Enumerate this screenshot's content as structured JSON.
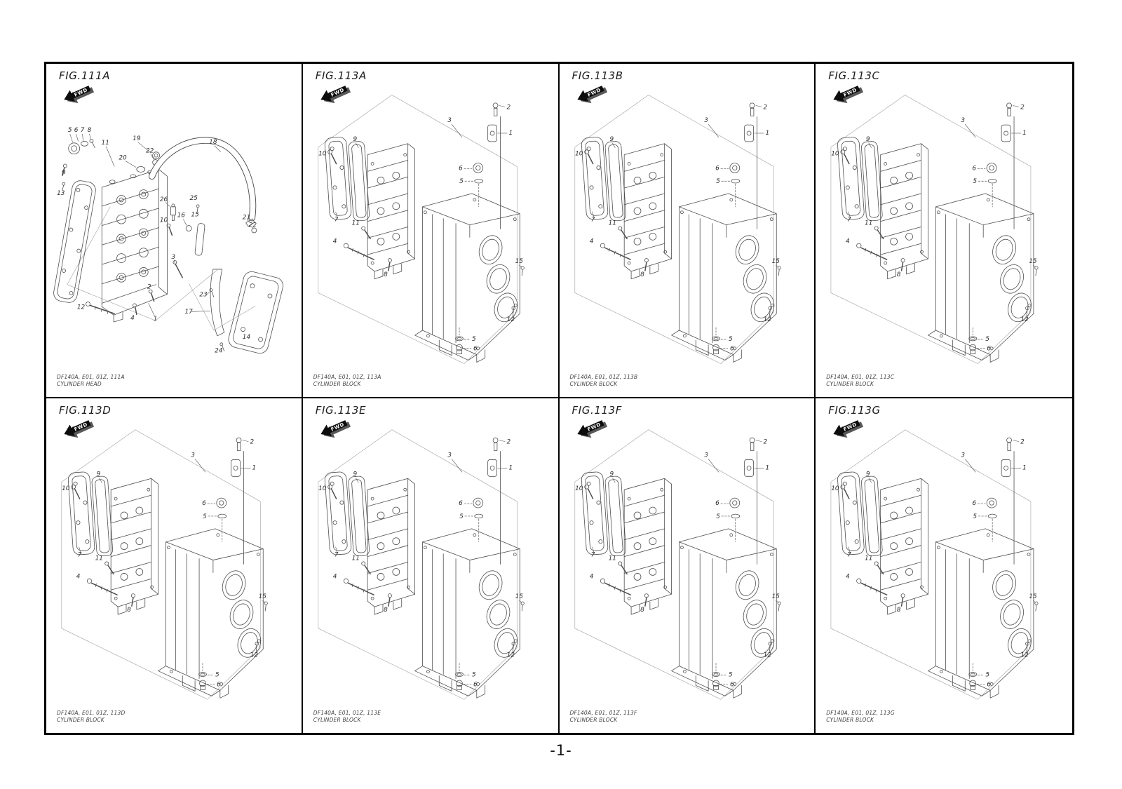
{
  "page": {
    "number": "-1-"
  },
  "fwd_label": "FWD",
  "head_diagram": {
    "callouts": [
      "5",
      "6",
      "7",
      "8",
      "9",
      "11",
      "13",
      "19",
      "20",
      "22",
      "18",
      "26",
      "25",
      "16",
      "15",
      "10",
      "21",
      "22",
      "3",
      "2",
      "12",
      "4",
      "1",
      "23",
      "17",
      "14",
      "24"
    ]
  },
  "block_diagram": {
    "callouts": [
      "2",
      "1",
      "3",
      "10",
      "9",
      "7",
      "11",
      "4",
      "8",
      "6",
      "5",
      "15",
      "12",
      "5",
      "6"
    ]
  },
  "panels": [
    {
      "id": "111A",
      "title": "FIG.111A",
      "footer_line1": "DF140A, E01, 01Z, 111A",
      "footer_line2": "CYLINDER HEAD"
    },
    {
      "id": "113A",
      "title": "FIG.113A",
      "footer_line1": "DF140A, E01, 01Z, 113A",
      "footer_line2": "CYLINDER BLOCK"
    },
    {
      "id": "113B",
      "title": "FIG.113B",
      "footer_line1": "DF140A, E01, 01Z, 113B",
      "footer_line2": "CYLINDER BLOCK"
    },
    {
      "id": "113C",
      "title": "FIG.113C",
      "footer_line1": "DF140A, E01, 01Z, 113C",
      "footer_line2": "CYLINDER BLOCK"
    },
    {
      "id": "113D",
      "title": "FIG.113D",
      "footer_line1": "DF140A, E01, 01Z, 113D",
      "footer_line2": "CYLINDER BLOCK"
    },
    {
      "id": "113E",
      "title": "FIG.113E",
      "footer_line1": "DF140A, E01, 01Z, 113E",
      "footer_line2": "CYLINDER BLOCK"
    },
    {
      "id": "113F",
      "title": "FIG.113F",
      "footer_line1": "DF140A, E01, 01Z, 113F",
      "footer_line2": "CYLINDER BLOCK"
    },
    {
      "id": "113G",
      "title": "FIG.113G",
      "footer_line1": "DF140A, E01, 01Z, 113G",
      "footer_line2": "CYLINDER BLOCK"
    }
  ]
}
